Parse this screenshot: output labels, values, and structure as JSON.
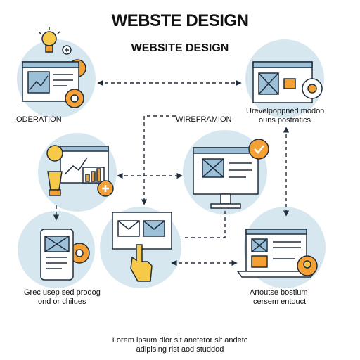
{
  "header": {
    "title": "WEBSTE DESIGN",
    "subtitle": "WEBSITE DESIGN"
  },
  "labels": {
    "ideation": "IODERATION",
    "wireframe": "WIREFRAMION",
    "dev_line1": "Urevelpoppned modon",
    "dev_line2": "ouns postratics",
    "mobile_line1": "Grec usep sed prodog",
    "mobile_line2": "ond or chilues",
    "launch_line1": "Artoutse bostium",
    "launch_line2": "cersem entouct"
  },
  "footer": {
    "line1": "Lorem ipsum dlor sit anetetor  sit andetc",
    "line2": "adipising rist aod studdod"
  },
  "colors": {
    "circle_bg": "#d7e7ef",
    "outline": "#1f2d3d",
    "screen_blue": "#9cc0d8",
    "accent_orange": "#f5a035",
    "accent_yellow": "#f7c948"
  }
}
